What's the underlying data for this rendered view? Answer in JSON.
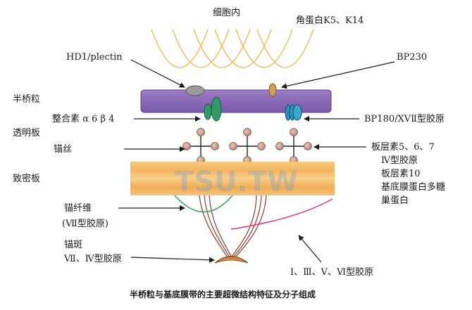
{
  "labels": {
    "intracellular": "细胞内",
    "keratin": "角蛋白K5、K14",
    "hd1": "HD1/plectin",
    "bp230": "BP230",
    "hemidesmosome": "半桥粒",
    "integrin": "整合素 α 6 β 4",
    "bp180": "BP180/XVⅡ型胶原",
    "lucida": "透明板",
    "anchoring_filaments": "锚丝",
    "laminin_line1": "板层素5、6、7",
    "laminin_line2": "Ⅳ型胶原",
    "laminin_line3": "板层素10",
    "laminin_line4": "基底膜蛋白多糖",
    "laminin_line5": "巢蛋白",
    "densa": "致密板",
    "fibrils_line1": "锚纤维",
    "fibrils_line2": "(Ⅶ型胶原)",
    "plaque_line1": "锚斑",
    "plaque_line2": "Ⅶ、Ⅳ型胶原",
    "collagens": "Ⅰ、Ⅲ、Ⅴ、Ⅵ型胶原",
    "caption": "半桥粒与基底膜带的主要超微结构特征及分子组成",
    "watermark": "TSU.TW"
  },
  "colors": {
    "keratin": "#e8b84a",
    "plaque": "#8d6bb5",
    "plaque_stroke": "#5a3f80",
    "lamina_densa": "#f2b35c",
    "integrin": "#2f9a6a",
    "bp180": "#2b8fb8",
    "anchor_ball": "#c9a08e",
    "fibril": "#8c4a3a",
    "green_arc": "#2aa05a",
    "pink_arc": "#e0357a",
    "anchor_plaque": "#c4753a"
  }
}
